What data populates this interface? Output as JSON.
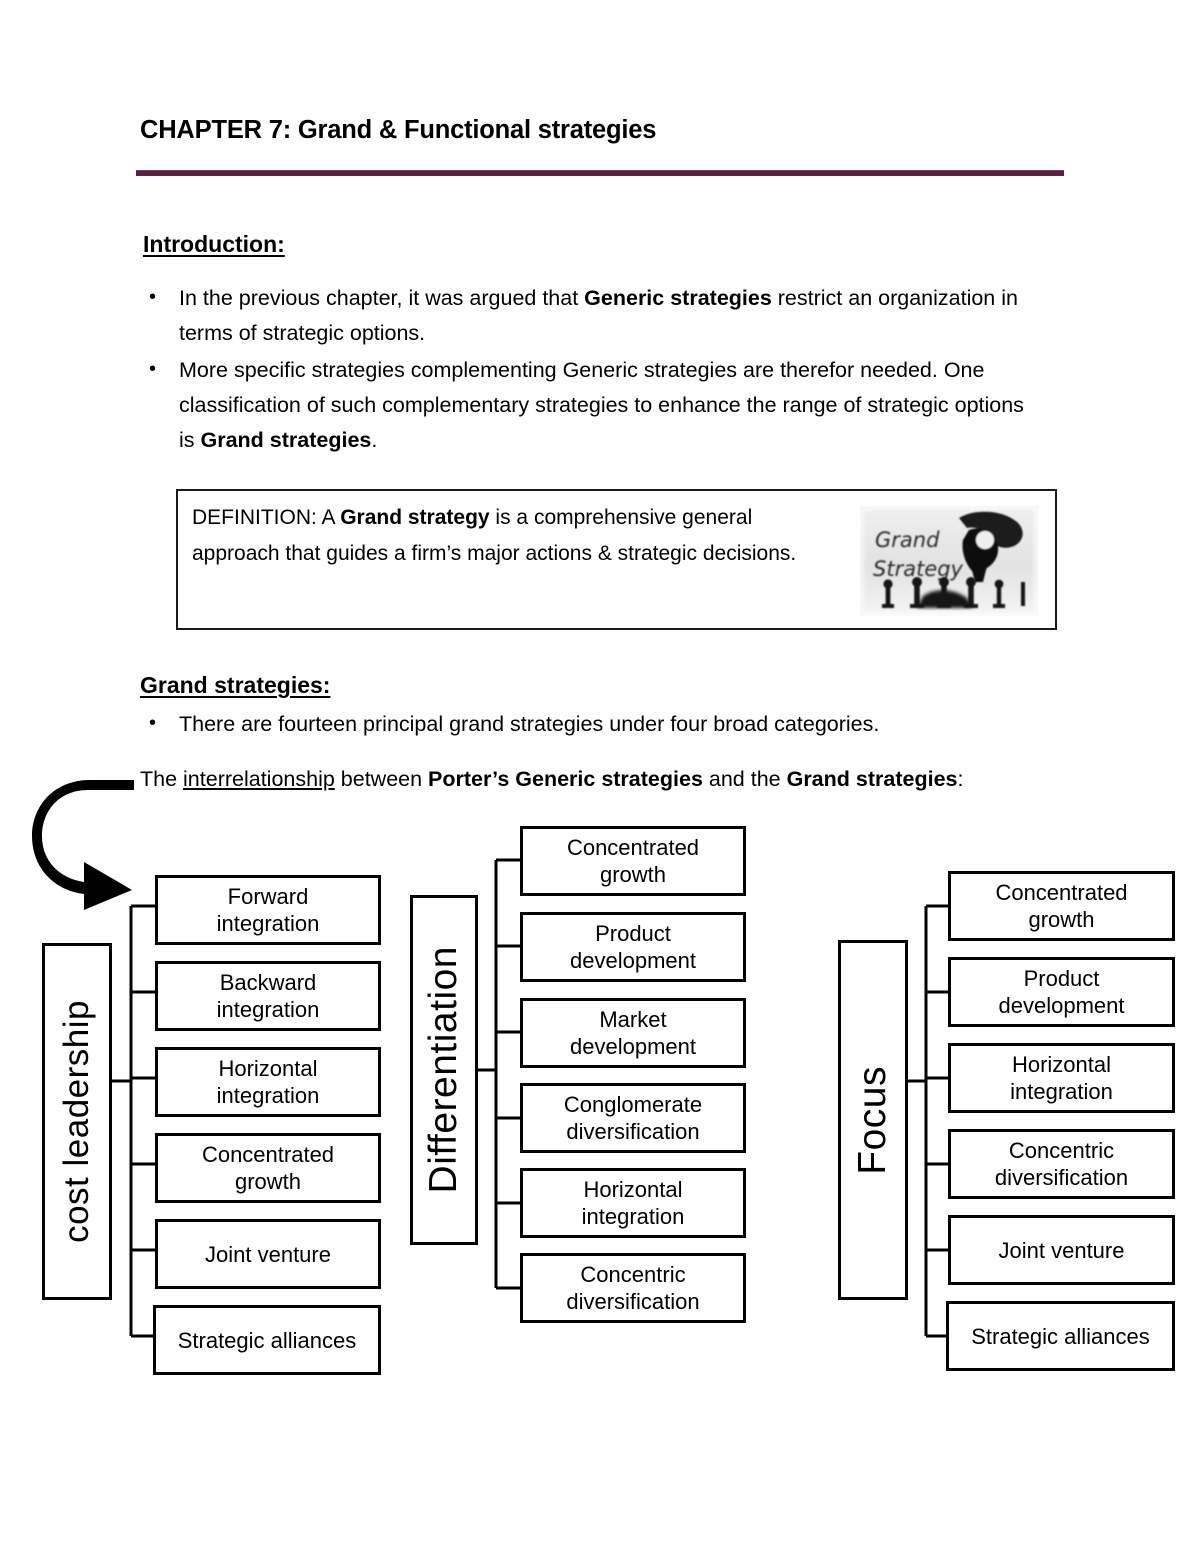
{
  "document": {
    "title": "CHAPTER 7: Grand & Functional strategies",
    "rule_color": "#5b2040"
  },
  "introduction": {
    "heading": "Introduction:",
    "bullets": [
      {
        "before": "In the previous chapter, it was argued that ",
        "bold": "Generic strategies",
        "after": " restrict an organization in terms of strategic options."
      },
      {
        "before": "More specific strategies complementing Generic strategies are therefor needed. One classification of such complementary strategies to enhance the range of strategic options is ",
        "bold": "Grand strategies",
        "after": "."
      }
    ]
  },
  "definition": {
    "label": "DEFINITION: A ",
    "term": "Grand strategy",
    "body": " is a comprehensive general approach that guides a firm’s major actions & strategic decisions.",
    "figure": {
      "name": "grand-strategy-chess-photo",
      "caption_line1": "Grand",
      "caption_line2": "Strategy"
    }
  },
  "grand_strategies": {
    "heading": "Grand strategies:",
    "bullets": [
      "There are fourteen principal grand strategies under four broad categories."
    ],
    "interrelationship": {
      "t1": "The ",
      "underlined": "interrelationship",
      "t2": " between ",
      "bold1": "Porter’s Generic strategies",
      "t3": " and the ",
      "bold2": "Grand",
      "t4": " ",
      "bold3": "strategies",
      "t5": ":"
    }
  },
  "diagram": {
    "columns": [
      {
        "id": "cost",
        "category": "cost leadership",
        "items": [
          "Forward\nintegration",
          "Backward\nintegration",
          "Horizontal\nintegration",
          "Concentrated\ngrowth",
          "Joint venture",
          "Strategic alliances"
        ]
      },
      {
        "id": "differentiation",
        "category": "Differentiation",
        "items": [
          "Concentrated\ngrowth",
          "Product\ndevelopment",
          "Market\ndevelopment",
          "Conglomerate\ndiversification",
          "Horizontal\nintegration",
          "Concentric\ndiversification"
        ]
      },
      {
        "id": "focus",
        "category": "Focus",
        "items": [
          "Concentrated\ngrowth",
          "Product\ndevelopment",
          "Horizontal\nintegration",
          "Concentric\ndiversification",
          "Joint venture",
          "Strategic alliances"
        ]
      }
    ],
    "arrow": "curved-arrow-down-right"
  }
}
